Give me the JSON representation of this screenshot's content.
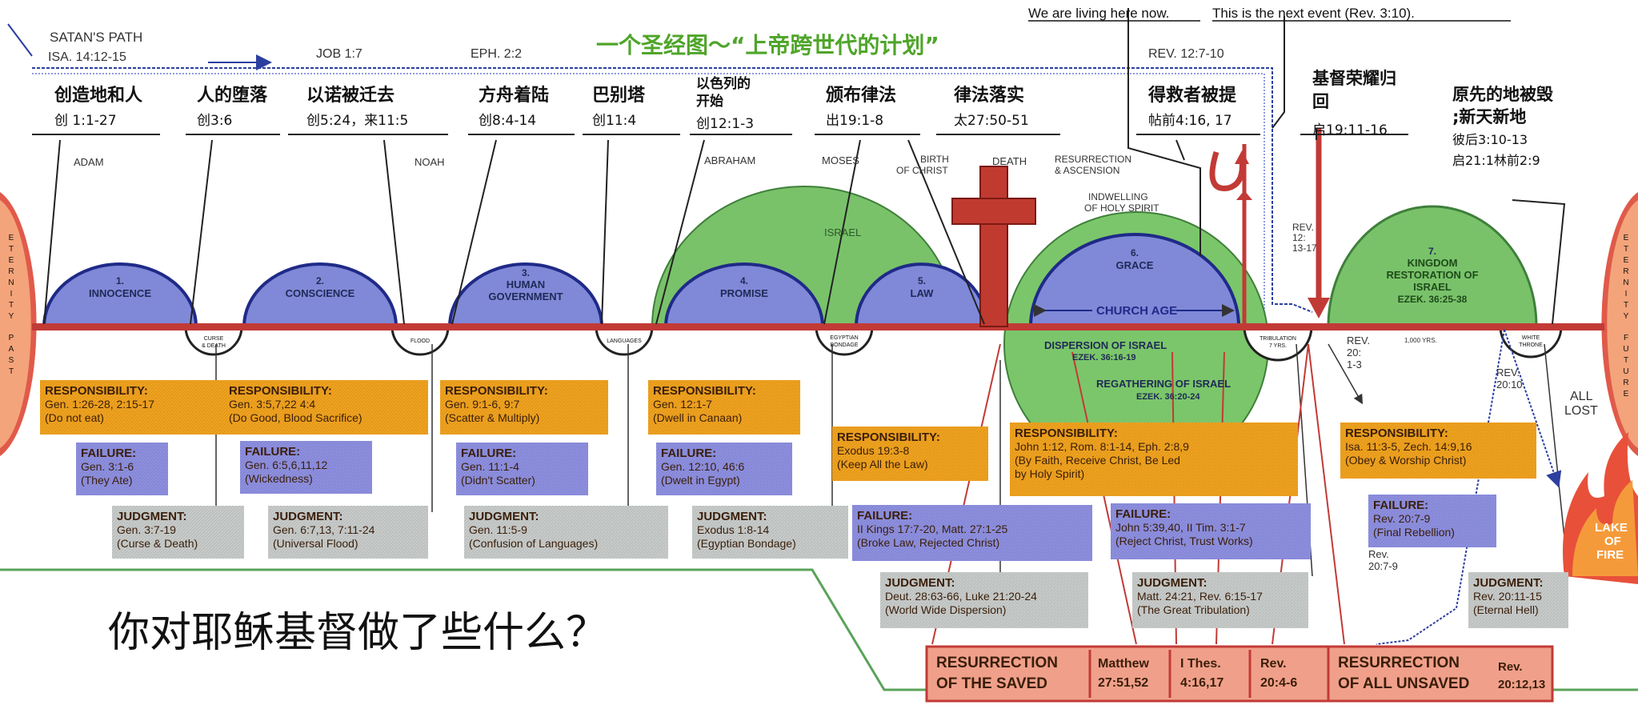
{
  "chart_title": "一个圣经图～“上帝跨世代的计划”",
  "top_notes": {
    "living": "We are living here now.",
    "next": "This is the next event (Rev. 3:10)."
  },
  "satan": {
    "title": "SATAN'S PATH",
    "ref": "ISA. 14:12-15",
    "job": "JOB 1:7",
    "eph": "EPH. 2:2",
    "rev": "REV. 12:7-10"
  },
  "headers": [
    {
      "title": "创造地和人",
      "ref": "创 1:1-27"
    },
    {
      "title": "人的堕落",
      "ref": "创3:6"
    },
    {
      "title": "以诺被迁去",
      "ref": "创5:24，来11:5"
    },
    {
      "title": "方舟着陆",
      "ref": "创8:4-14"
    },
    {
      "title": "巴别塔",
      "ref": "创11:4"
    },
    {
      "title": "以色列的开始",
      "ref": "创12:1-3"
    },
    {
      "title": "颁布律法",
      "ref": "出19:1-8"
    },
    {
      "title": "律法落实",
      "ref": "太27:50-51"
    },
    {
      "title": "得救者被提",
      "ref": "帖前4:16, 17"
    },
    {
      "title": "基督荣耀归回",
      "ref": "启19:11-16"
    },
    {
      "title": "原先的地被毁;新天新地",
      "ref": "彼后3:10-13 启21:1 林前2:9"
    }
  ],
  "people": {
    "adam": "ADAM",
    "noah": "NOAH",
    "abraham": "ABRAHAM",
    "moses": "MOSES",
    "birth": "BIRTH OF CHRIST",
    "death": "DEATH",
    "resurrection": "RESURRECTION & ASCENSION",
    "indwelling": "INDWELLING OF HOLY SPIRIT",
    "israel": "ISRAEL",
    "rev_12": "REV. 12: 13-17"
  },
  "eternity": {
    "past": "ETERNITY PAST",
    "future": "ETERNITY FUTURE"
  },
  "dispensations": [
    {
      "num": "1.",
      "name": "INNOCENCE"
    },
    {
      "num": "2.",
      "name": "CONSCIENCE"
    },
    {
      "num": "3.",
      "name": "HUMAN GOVERNMENT"
    },
    {
      "num": "4.",
      "name": "PROMISE"
    },
    {
      "num": "5.",
      "name": "LAW"
    },
    {
      "num": "6.",
      "name": "GRACE"
    },
    {
      "num": "7.",
      "name": "KINGDOM RESTORATION OF ISRAEL",
      "ref": "EZEK. 36:25-38"
    }
  ],
  "church_age": "CHURCH AGE",
  "valleys": [
    "CURSE & DEATH",
    "FLOOD",
    "LANGUAGES",
    "EGYPTIAN BONDAGE",
    "TRIBULATION 7 YRS.",
    "WHITE THRONE"
  ],
  "thousand_yrs": "1,000 YRS.",
  "dispersion": {
    "a": "DISPERSION OF ISRAEL",
    "a_ref": "EZEK. 36:16-19",
    "b": "REGATHERING OF ISRAEL",
    "b_ref": "EZEK. 36:20-24"
  },
  "rev_refs": {
    "r1": "REV. 20: 1-3",
    "r2": "REV. 20:10",
    "r3": "Rev. 20:7-9"
  },
  "all_lost": "ALL LOST",
  "lake": "LAKE OF FIRE",
  "resp": [
    {
      "label": "RESPONSIBILITY:",
      "l1": "Gen. 1:26-28, 2:15-17",
      "l2": "(Do not eat)"
    },
    {
      "label": "RESPONSIBILITY:",
      "l1": "Gen. 3:5,7,22 4:4",
      "l2": "(Do Good, Blood Sacrifice)"
    },
    {
      "label": "RESPONSIBILITY:",
      "l1": "Gen. 9:1-6, 9:7",
      "l2": "(Scatter & Multiply)"
    },
    {
      "label": "RESPONSIBILITY:",
      "l1": "Gen. 12:1-7",
      "l2": "(Dwell in Canaan)"
    },
    {
      "label": "RESPONSIBILITY:",
      "l1": "Exodus 19:3-8",
      "l2": "(Keep All the Law)"
    },
    {
      "label": "RESPONSIBILITY:",
      "l1": "John 1:12, Rom. 8:1-14, Eph. 2:8,9",
      "l2": "(By Faith, Receive Christ, Be Led by Holy Spirit)"
    },
    {
      "label": "RESPONSIBILITY:",
      "l1": "Isa. 11:3-5, Zech. 14:9,16",
      "l2": "(Obey & Worship Christ)"
    }
  ],
  "fail": [
    {
      "label": "FAILURE:",
      "l1": "Gen. 3:1-6",
      "l2": "(They Ate)"
    },
    {
      "label": "FAILURE:",
      "l1": "Gen. 6:5,6,11,12",
      "l2": "(Wickedness)"
    },
    {
      "label": "FAILURE:",
      "l1": "Gen. 11:1-4",
      "l2": "(Didn't Scatter)"
    },
    {
      "label": "FAILURE:",
      "l1": "Gen. 12:10, 46:6",
      "l2": "(Dwelt in Egypt)"
    },
    {
      "label": "FAILURE:",
      "l1": "II Kings 17:7-20, Matt. 27:1-25",
      "l2": "(Broke Law, Rejected Christ)"
    },
    {
      "label": "FAILURE:",
      "l1": "John 5:39,40, II Tim. 3:1-7",
      "l2": "(Reject Christ, Trust Works)"
    },
    {
      "label": "FAILURE:",
      "l1": "Rev. 20:7-9",
      "l2": "(Final Rebellion)"
    }
  ],
  "judg": [
    {
      "label": "JUDGMENT:",
      "l1": "Gen. 3:7-19",
      "l2": "(Curse & Death)"
    },
    {
      "label": "JUDGMENT:",
      "l1": "Gen. 6:7,13, 7:11-24",
      "l2": "(Universal Flood)"
    },
    {
      "label": "JUDGMENT:",
      "l1": "Gen. 11:5-9",
      "l2": "(Confusion of Languages)"
    },
    {
      "label": "JUDGMENT:",
      "l1": "Exodus 1:8-14",
      "l2": "(Egyptian Bondage)"
    },
    {
      "label": "JUDGMENT:",
      "l1": "Deut. 28:63-66, Luke 21:20-24",
      "l2": "(World Wide Dispersion)"
    },
    {
      "label": "JUDGMENT:",
      "l1": "Matt. 24:21, Rev. 6:15-17",
      "l2": "(The Great Tribulation)"
    },
    {
      "label": "JUDGMENT:",
      "l1": "Rev. 20:11-15",
      "l2": "(Eternal Hell)"
    }
  ],
  "resurrection_saved": {
    "label": "RESURRECTION OF THE SAVED",
    "ref1": "Matthew 27:51,52",
    "ref2": "I Thes. 4:16,17",
    "ref3": "Rev. 20:4-6"
  },
  "resurrection_unsaved": {
    "label": "RESURRECTION OF ALL UNSAVED",
    "ref": "Rev. 20:12,13"
  },
  "question": "你对耶稣基督做了些什么？",
  "colors": {
    "axis": "#c23a36",
    "dome_blue": "#7f86d6",
    "green": "#6fbf5f",
    "orange": "#f0a21e",
    "blue_box": "#8d8fe0",
    "gray": "#c7cbc9",
    "salmon": "#f0a08a",
    "title_green": "#4fa52a",
    "fire": "#e8503a"
  }
}
